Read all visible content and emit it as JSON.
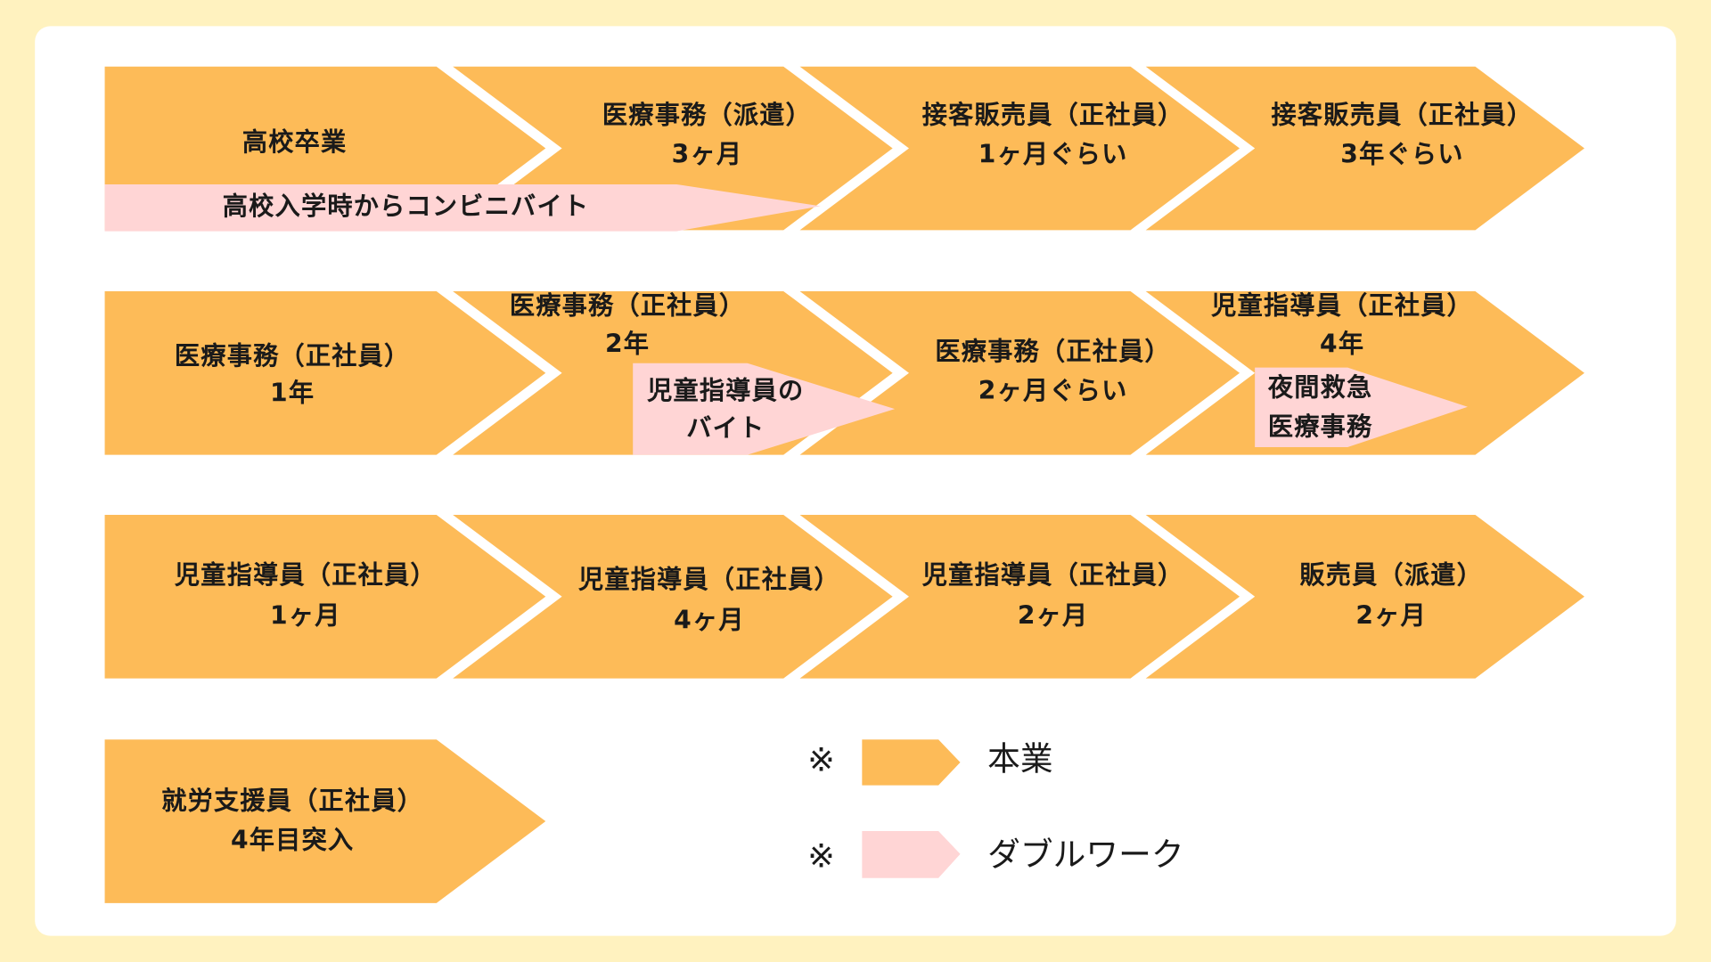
{
  "colors": {
    "main_job": "#FDBB58",
    "double_work": "#FFD5D5",
    "background": "#FFF2BF"
  },
  "rows": [
    {
      "steps": [
        {
          "line1": "高校卒業",
          "line2": ""
        },
        {
          "line1": "医療事務（派遣）",
          "line2": "3ヶ月"
        },
        {
          "line1": "接客販売員（正社員）",
          "line2": "1ヶ月ぐらい"
        },
        {
          "line1": "接客販売員（正社員）",
          "line2": "3年ぐらい"
        }
      ],
      "side_jobs": [
        {
          "line1": "高校入学時からコンビニバイト"
        }
      ]
    },
    {
      "steps": [
        {
          "line1": "医療事務（正社員）",
          "line2": "1年"
        },
        {
          "line1": "医療事務（正社員）",
          "line2": "2年"
        },
        {
          "line1": "医療事務（正社員）",
          "line2": "2ヶ月ぐらい"
        },
        {
          "line1": "児童指導員（正社員）",
          "line2": "4年"
        }
      ],
      "side_jobs": [
        {
          "line1": "児童指導員の",
          "line2": "バイト"
        },
        {
          "line1": "夜間救急",
          "line2": "医療事務"
        }
      ]
    },
    {
      "steps": [
        {
          "line1": "児童指導員（正社員）",
          "line2": "1ヶ月"
        },
        {
          "line1": "児童指導員（正社員）",
          "line2": "4ヶ月"
        },
        {
          "line1": "児童指導員（正社員）",
          "line2": "2ヶ月"
        },
        {
          "line1": "販売員（派遣）",
          "line2": "2ヶ月"
        }
      ]
    },
    {
      "steps": [
        {
          "line1": "就労支援員（正社員）",
          "line2": "4年目突入"
        }
      ]
    }
  ],
  "legend": [
    {
      "mark": "※",
      "label": "本業"
    },
    {
      "mark": "※",
      "label": "ダブルワーク"
    }
  ]
}
